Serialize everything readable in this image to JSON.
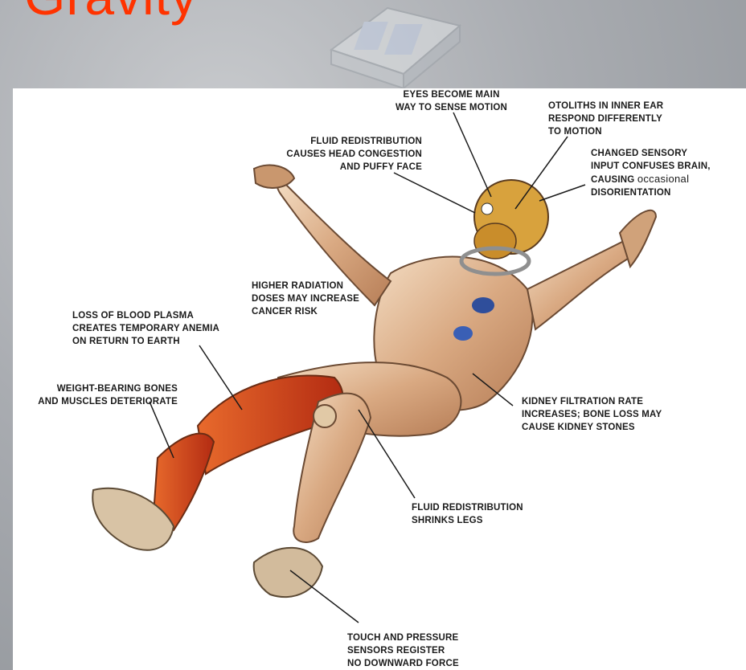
{
  "slide": {
    "title": "Gravity"
  },
  "diagram": {
    "annotations": {
      "eyes": [
        "EYES BECOME MAIN",
        "WAY TO SENSE MOTION"
      ],
      "otoliths": [
        "OTOLITHS IN INNER EAR",
        "RESPOND DIFFERENTLY",
        "TO MOTION"
      ],
      "fluid_head": [
        "FLUID REDISTRIBUTION",
        "CAUSES HEAD CONGESTION",
        "AND  PUFFY FACE"
      ],
      "sensory": [
        "CHANGED SENSORY",
        "INPUT CONFUSES BRAIN,",
        "CAUSING ",
        "occasional",
        "DISORIENTATION"
      ],
      "radiation": [
        "HIGHER RADIATION",
        "DOSES MAY INCREASE",
        "CANCER RISK"
      ],
      "plasma": [
        "LOSS OF BLOOD PLASMA",
        "CREATES TEMPORARY ANEMIA",
        "ON RETURN TO EARTH"
      ],
      "bones": [
        "WEIGHT-BEARING BONES",
        "AND MUSCLES DETERIORATE"
      ],
      "kidney": [
        "KIDNEY FILTRATION RATE",
        "INCREASES; BONE LOSS MAY",
        "CAUSE KIDNEY STONES"
      ],
      "legs": [
        "FLUID REDISTRIBUTION",
        "SHRINKS LEGS"
      ],
      "touch": [
        "TOUCH AND PRESSURE",
        "SENSORS REGISTER",
        "NO DOWNWARD FORCE"
      ]
    }
  }
}
